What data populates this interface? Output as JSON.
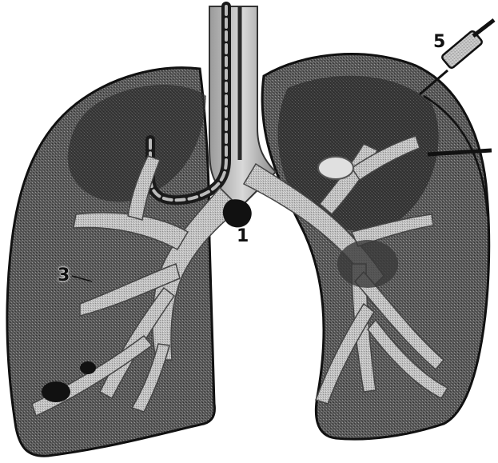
{
  "callouts": {
    "tumor_hilar": "1",
    "peripheral_bronchi": "3",
    "syringe_needle": "5"
  }
}
